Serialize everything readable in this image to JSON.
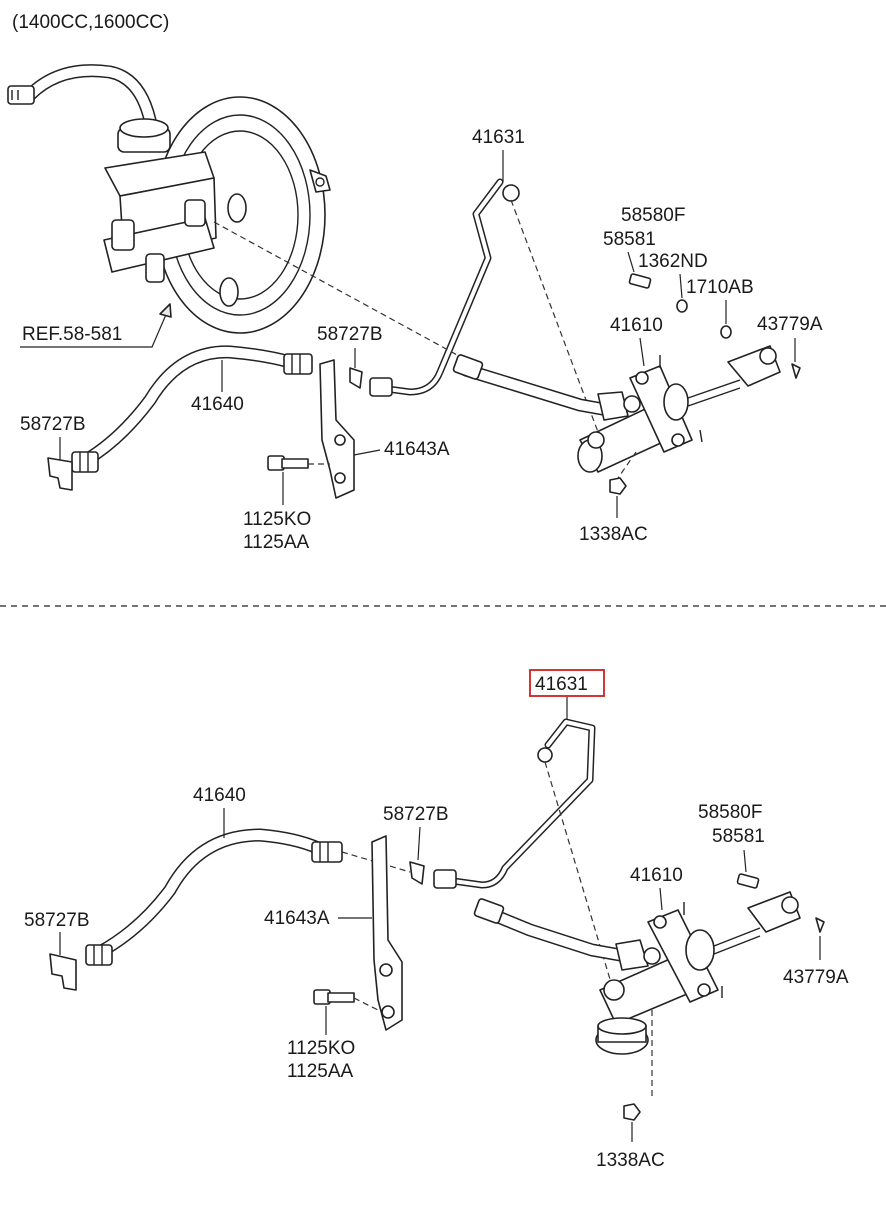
{
  "header_note": "(1400CC,1600CC)",
  "upper": {
    "ref": "REF.58-581",
    "pipe": "41631",
    "clip_a": "58727B",
    "hose": "41640",
    "clip_b": "58727B",
    "bracket": "41643A",
    "bolt_a": "1125KO",
    "bolt_b": "1125AA",
    "pin_a": "58580F",
    "pin_b": "58581",
    "seal_a": "1362ND",
    "seal_b": "1710AB",
    "master_cyl": "41610",
    "clevis_pin": "43779A",
    "nut": "1338AC"
  },
  "lower": {
    "pipe_highlighted": "41631",
    "hose": "41640",
    "clip_a": "58727B",
    "clip_b": "58727B",
    "bracket": "41643A",
    "bolt_a": "1125KO",
    "bolt_b": "1125AA",
    "pin_a": "58580F",
    "pin_b": "58581",
    "master_cyl": "41610",
    "clevis_pin": "43779A",
    "nut": "1338AC"
  },
  "colors": {
    "highlight": "#d21f1f",
    "ink": "#222222"
  }
}
